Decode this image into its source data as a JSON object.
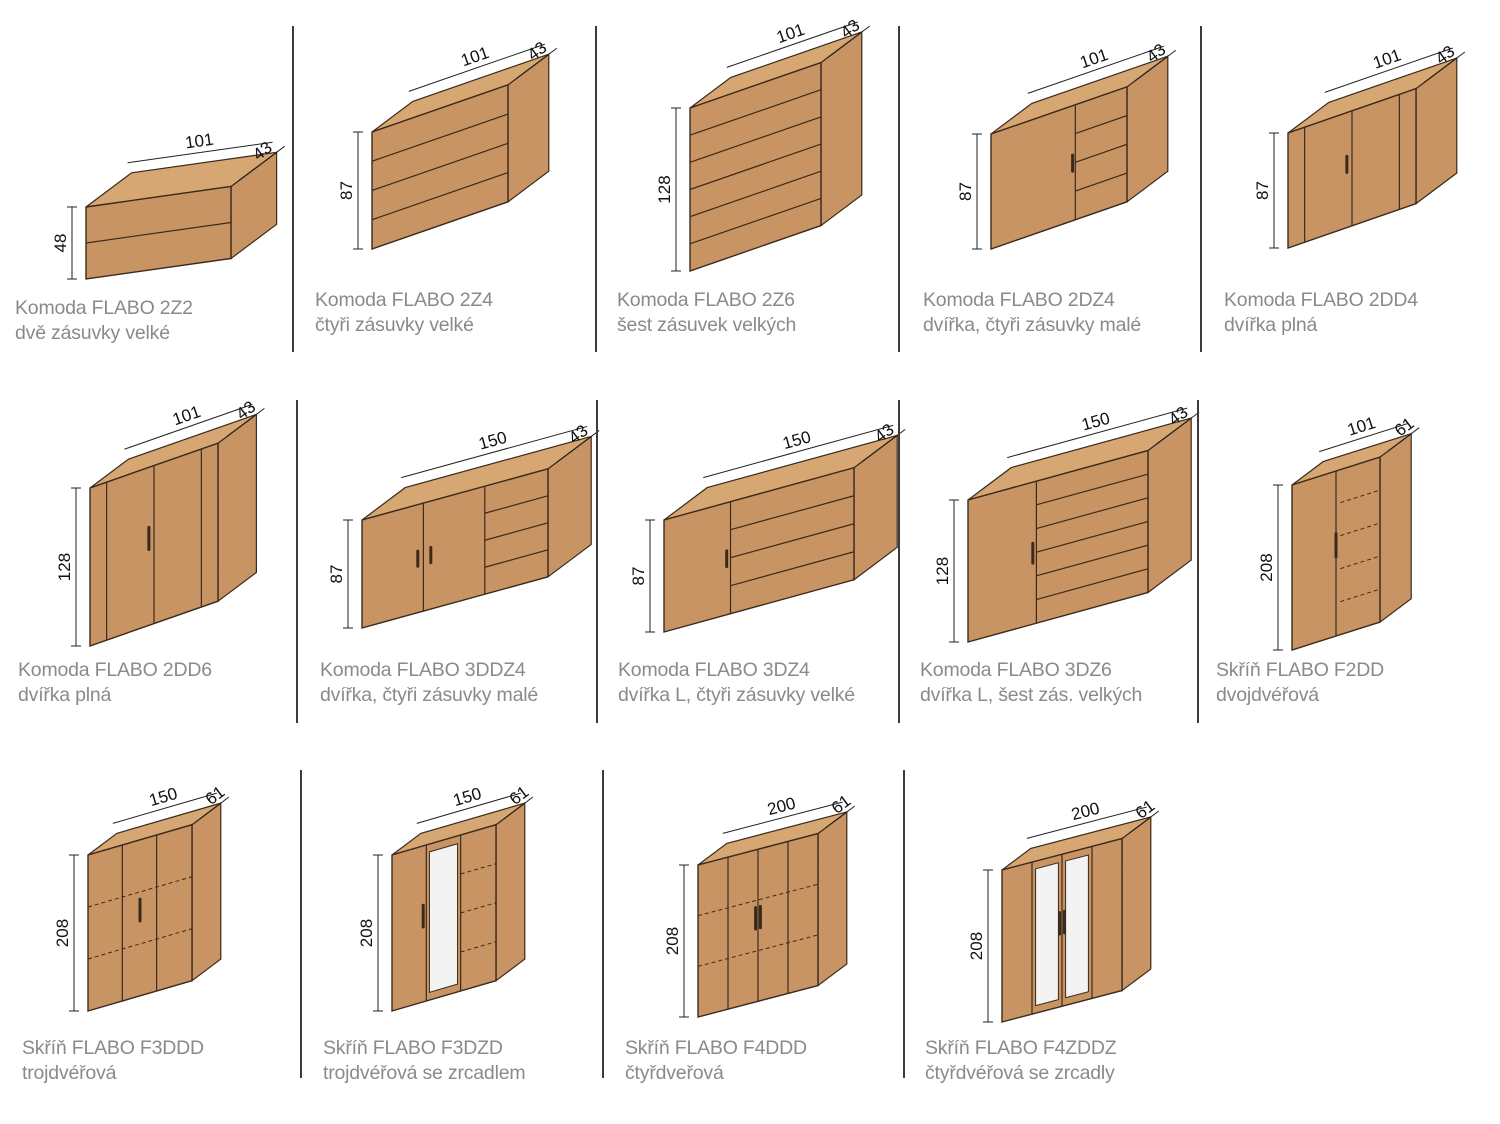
{
  "colors": {
    "wood": "#c99463",
    "outline": "#3a2a1c",
    "caption": "#8a8a8a",
    "divider": "#3b3b3b"
  },
  "items": [
    {
      "name": "Komoda FLABO 2Z2",
      "desc": "dvě zásuvky velké",
      "w": "101",
      "d": "43",
      "h": "48",
      "front": "drawers2"
    },
    {
      "name": "Komoda FLABO 2Z4",
      "desc": "čtyři zásuvky velké",
      "w": "101",
      "d": "43",
      "h": "87",
      "front": "drawers4"
    },
    {
      "name": "Komoda FLABO 2Z6",
      "desc": "šest zásuvek velkých",
      "w": "101",
      "d": "43",
      "h": "128",
      "front": "drawers6"
    },
    {
      "name": "Komoda FLABO 2DZ4",
      "desc": "dvířka, čtyři zásuvky malé",
      "w": "101",
      "d": "43",
      "h": "87",
      "front": "door-drawers4"
    },
    {
      "name": "Komoda FLABO 2DD4",
      "desc": "dvířka plná",
      "w": "101",
      "d": "43",
      "h": "87",
      "front": "doors2"
    },
    {
      "name": "Komoda FLABO 2DD6",
      "desc": "dvířka plná",
      "w": "101",
      "d": "43",
      "h": "128",
      "front": "doors2"
    },
    {
      "name": "Komoda FLABO 3DDZ4",
      "desc": "dvířka, čtyři zásuvky malé",
      "w": "150",
      "d": "43",
      "h": "87",
      "front": "doors2-drawers4"
    },
    {
      "name": "Komoda FLABO 3DZ4",
      "desc": "dvířka L, čtyři zásuvky velké",
      "w": "150",
      "d": "43",
      "h": "87",
      "front": "doorL-drawers4"
    },
    {
      "name": "Komoda FLABO 3DZ6",
      "desc": "dvířka L, šest zás. velkých",
      "w": "150",
      "d": "43",
      "h": "128",
      "front": "doorL-drawers6"
    },
    {
      "name": "Skříň FLABO F2DD",
      "desc": "dvojdvéřová",
      "w": "101",
      "d": "61",
      "h": "208",
      "front": "wardrobe2"
    },
    {
      "name": "Skříň FLABO F3DDD",
      "desc": "trojdvéřová",
      "w": "150",
      "d": "61",
      "h": "208",
      "front": "wardrobe3"
    },
    {
      "name": "Skříň FLABO F3DZD",
      "desc": "trojdvéřová se zrcadlem",
      "w": "150",
      "d": "61",
      "h": "208",
      "front": "wardrobe3-mirror"
    },
    {
      "name": "Skříň FLABO F4DDD",
      "desc": "čtyřdveřová",
      "w": "200",
      "d": "61",
      "h": "208",
      "front": "wardrobe4"
    },
    {
      "name": "Skříň FLABO F4ZDDZ",
      "desc": "čtyřdvéřová se zrcadly",
      "w": "200",
      "d": "61",
      "h": "208",
      "front": "wardrobe4-mirror"
    }
  ]
}
